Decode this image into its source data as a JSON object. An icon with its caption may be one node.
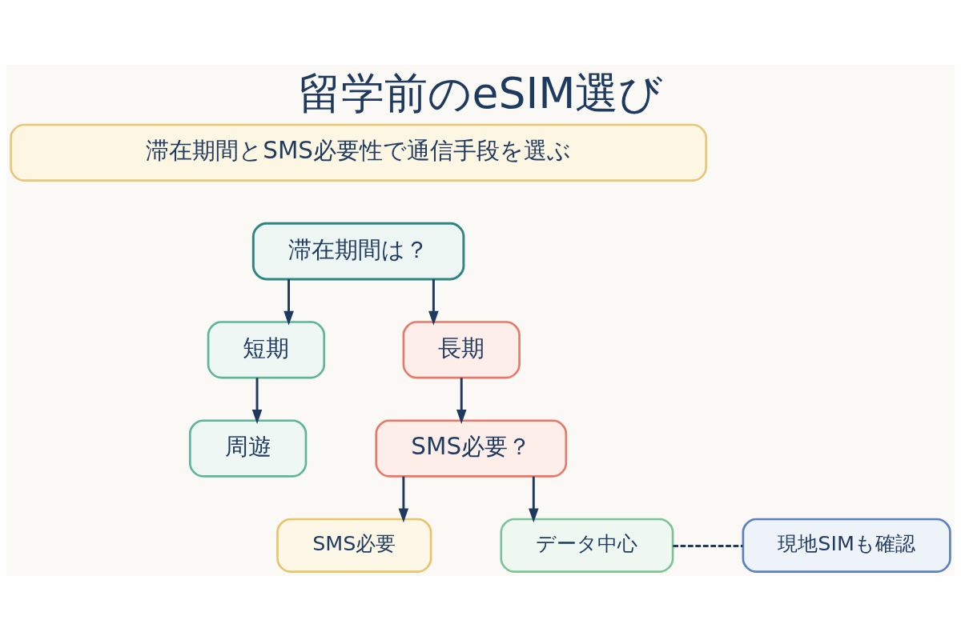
{
  "diagram": {
    "title": "留学前のeSIM選び",
    "nodes": [
      {
        "text": [
          "滞在期間とSMS必要性で通信手段を選ぶ"
        ]
      },
      {
        "text": [
          "滞在期間は？"
        ]
      },
      {
        "text": [
          "短期"
        ]
      },
      {
        "text": [
          "長期"
        ]
      },
      {
        "text": [
          "周遊"
        ]
      },
      {
        "text": [
          "SMS必要？"
        ]
      },
      {
        "text": [
          "SMS必要"
        ]
      },
      {
        "text": [
          "データ中心"
        ]
      },
      {
        "text": [
          "現地SIMも確認"
        ]
      }
    ],
    "edges": [
      {
        "from": 1,
        "to": 2,
        "arrow": "to"
      },
      {
        "from": 1,
        "to": 3,
        "arrow": "to"
      },
      {
        "from": 2,
        "to": 4,
        "arrow": "to"
      },
      {
        "from": 3,
        "to": 5,
        "arrow": "to"
      },
      {
        "from": 5,
        "to": 6,
        "arrow": "to"
      },
      {
        "from": 5,
        "to": 7,
        "arrow": "to"
      },
      {
        "from": 7,
        "to": 8,
        "arrow": "none",
        "style": "dashed"
      }
    ]
  }
}
